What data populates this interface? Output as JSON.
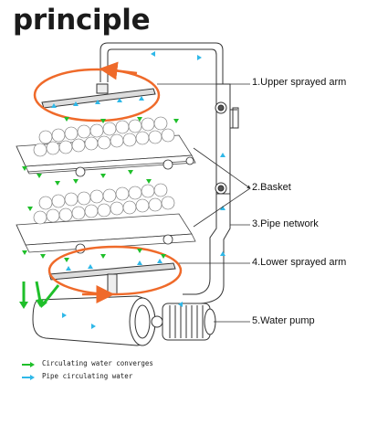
{
  "title": "principle",
  "labels": {
    "upper_arm": "1.Upper sprayed arm",
    "basket": "2.Basket",
    "pipe_network": "3.Pipe network",
    "lower_arm": "4.Lower sprayed arm",
    "water_pump": "5.Water pump"
  },
  "legend": [
    {
      "text": "Circulating water converges",
      "color": "#1fbf2a"
    },
    {
      "text": "Pipe circulating water",
      "color": "#2fb8e8"
    }
  ],
  "colors": {
    "orbit": "#ef6a2a",
    "green_arrow": "#1fbf2a",
    "cyan_arrow": "#2fb8e8",
    "line": "#333333"
  }
}
